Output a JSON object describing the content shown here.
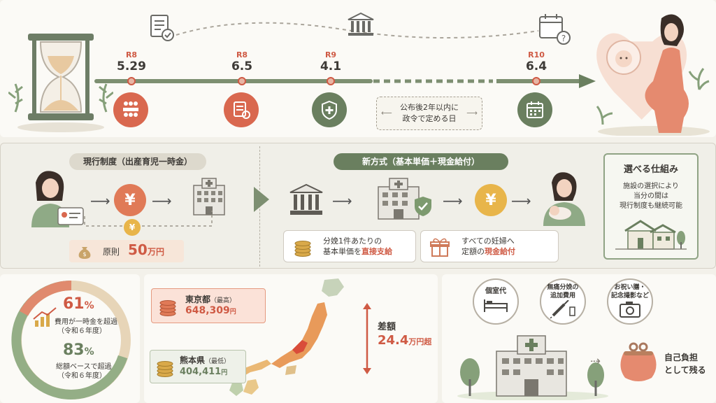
{
  "timeline": {
    "milestones": [
      {
        "era": "R8",
        "date": "5.29"
      },
      {
        "era": "R8",
        "date": "6.5"
      },
      {
        "era": "R9",
        "date": "4.1"
      },
      {
        "era": "R10",
        "date": "6.4"
      }
    ],
    "note_line1": "公布後2年以内に",
    "note_line2": "政令で定める日"
  },
  "current": {
    "title": "現行制度（出産育児一時金）",
    "principle_label": "原則",
    "principle_amount": "50",
    "principle_unit": "万円"
  },
  "new_method": {
    "title": "新方式（基本単価＋現金給付）",
    "card1_line1": "分娩1件あたりの",
    "card1_line2a": "基本単価を",
    "card1_line2b": "直接支給",
    "card2_line1": "すべての妊婦へ",
    "card2_line2a": "定額の",
    "card2_line2b": "現金給付"
  },
  "choice": {
    "title": "選べる仕組み",
    "line1": "施設の選択により",
    "line2": "当分の間は",
    "line3": "現行制度も継続可能"
  },
  "stats": {
    "pct1_value": "61",
    "pct1_unit": "%",
    "pct1_line1": "費用が一時金を超過",
    "pct1_line2": "（令和６年度）",
    "pct2_value": "83",
    "pct2_unit": "%",
    "pct2_line1": "総額ベースで超過",
    "pct2_line2": "（令和６年度）"
  },
  "map": {
    "tokyo_label": "東京都",
    "tokyo_note": "（最高）",
    "tokyo_value": "648,309",
    "tokyo_unit": "円",
    "kumamoto_label": "熊本県",
    "kumamoto_note": "（最低）",
    "kumamoto_value": "404,411",
    "kumamoto_unit": "円",
    "diff_label": "差額",
    "diff_value": "24.4",
    "diff_unit": "万円超"
  },
  "extras": {
    "item1": "個室代",
    "item2_line1": "無痛分娩の",
    "item2_line2": "追加費用",
    "item3_line1": "お祝い膳・",
    "item3_line2": "記念撮影など",
    "burden_line1": "自己負担",
    "burden_line2": "として残る"
  },
  "colors": {
    "accent_red": "#cf5a44",
    "accent_green": "#6a7f5f",
    "yen_orange": "#e28b5a",
    "yen_yellow": "#e8b54a"
  }
}
